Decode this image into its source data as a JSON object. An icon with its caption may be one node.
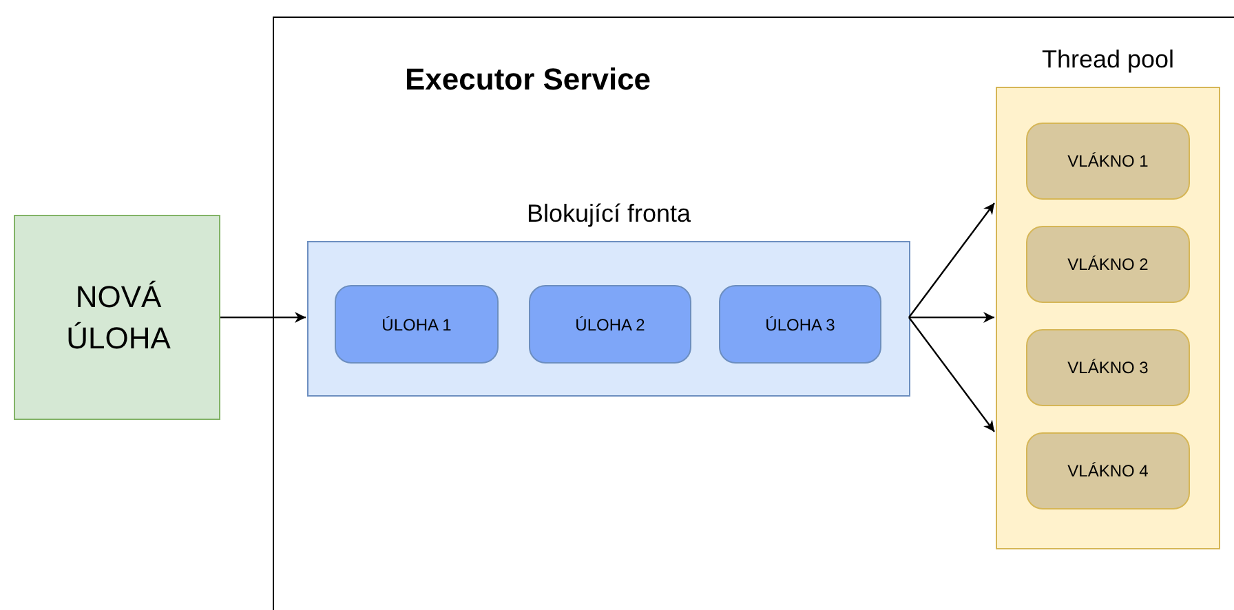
{
  "diagram": {
    "nodes": [
      {
        "text": [
          "NOVÁ ÚLOHA"
        ]
      },
      {
        "text": [
          "Executor Service"
        ]
      },
      {
        "text": [
          "Blokující fronta"
        ],
        "in": 1
      },
      {
        "text": [
          "ÚLOHA 1"
        ],
        "in": 2
      },
      {
        "text": [
          "ÚLOHA 2"
        ],
        "in": 2
      },
      {
        "text": [
          "ÚLOHA 3"
        ],
        "in": 2
      },
      {
        "text": [
          "Thread pool"
        ],
        "in": 1
      },
      {
        "text": [
          "VLÁKNO 1"
        ],
        "in": 6
      },
      {
        "text": [
          "VLÁKNO 2"
        ],
        "in": 6
      },
      {
        "text": [
          "VLÁKNO 3"
        ],
        "in": 6
      },
      {
        "text": [
          "VLÁKNO 4"
        ],
        "in": 6
      }
    ],
    "edges": [
      {
        "from": 0,
        "to": 2,
        "arrow": "to"
      },
      {
        "from": 2,
        "to": 6,
        "arrow": "to"
      },
      {
        "from": 2,
        "to": 6,
        "arrow": "to"
      },
      {
        "from": 2,
        "to": 6,
        "arrow": "to"
      }
    ]
  }
}
